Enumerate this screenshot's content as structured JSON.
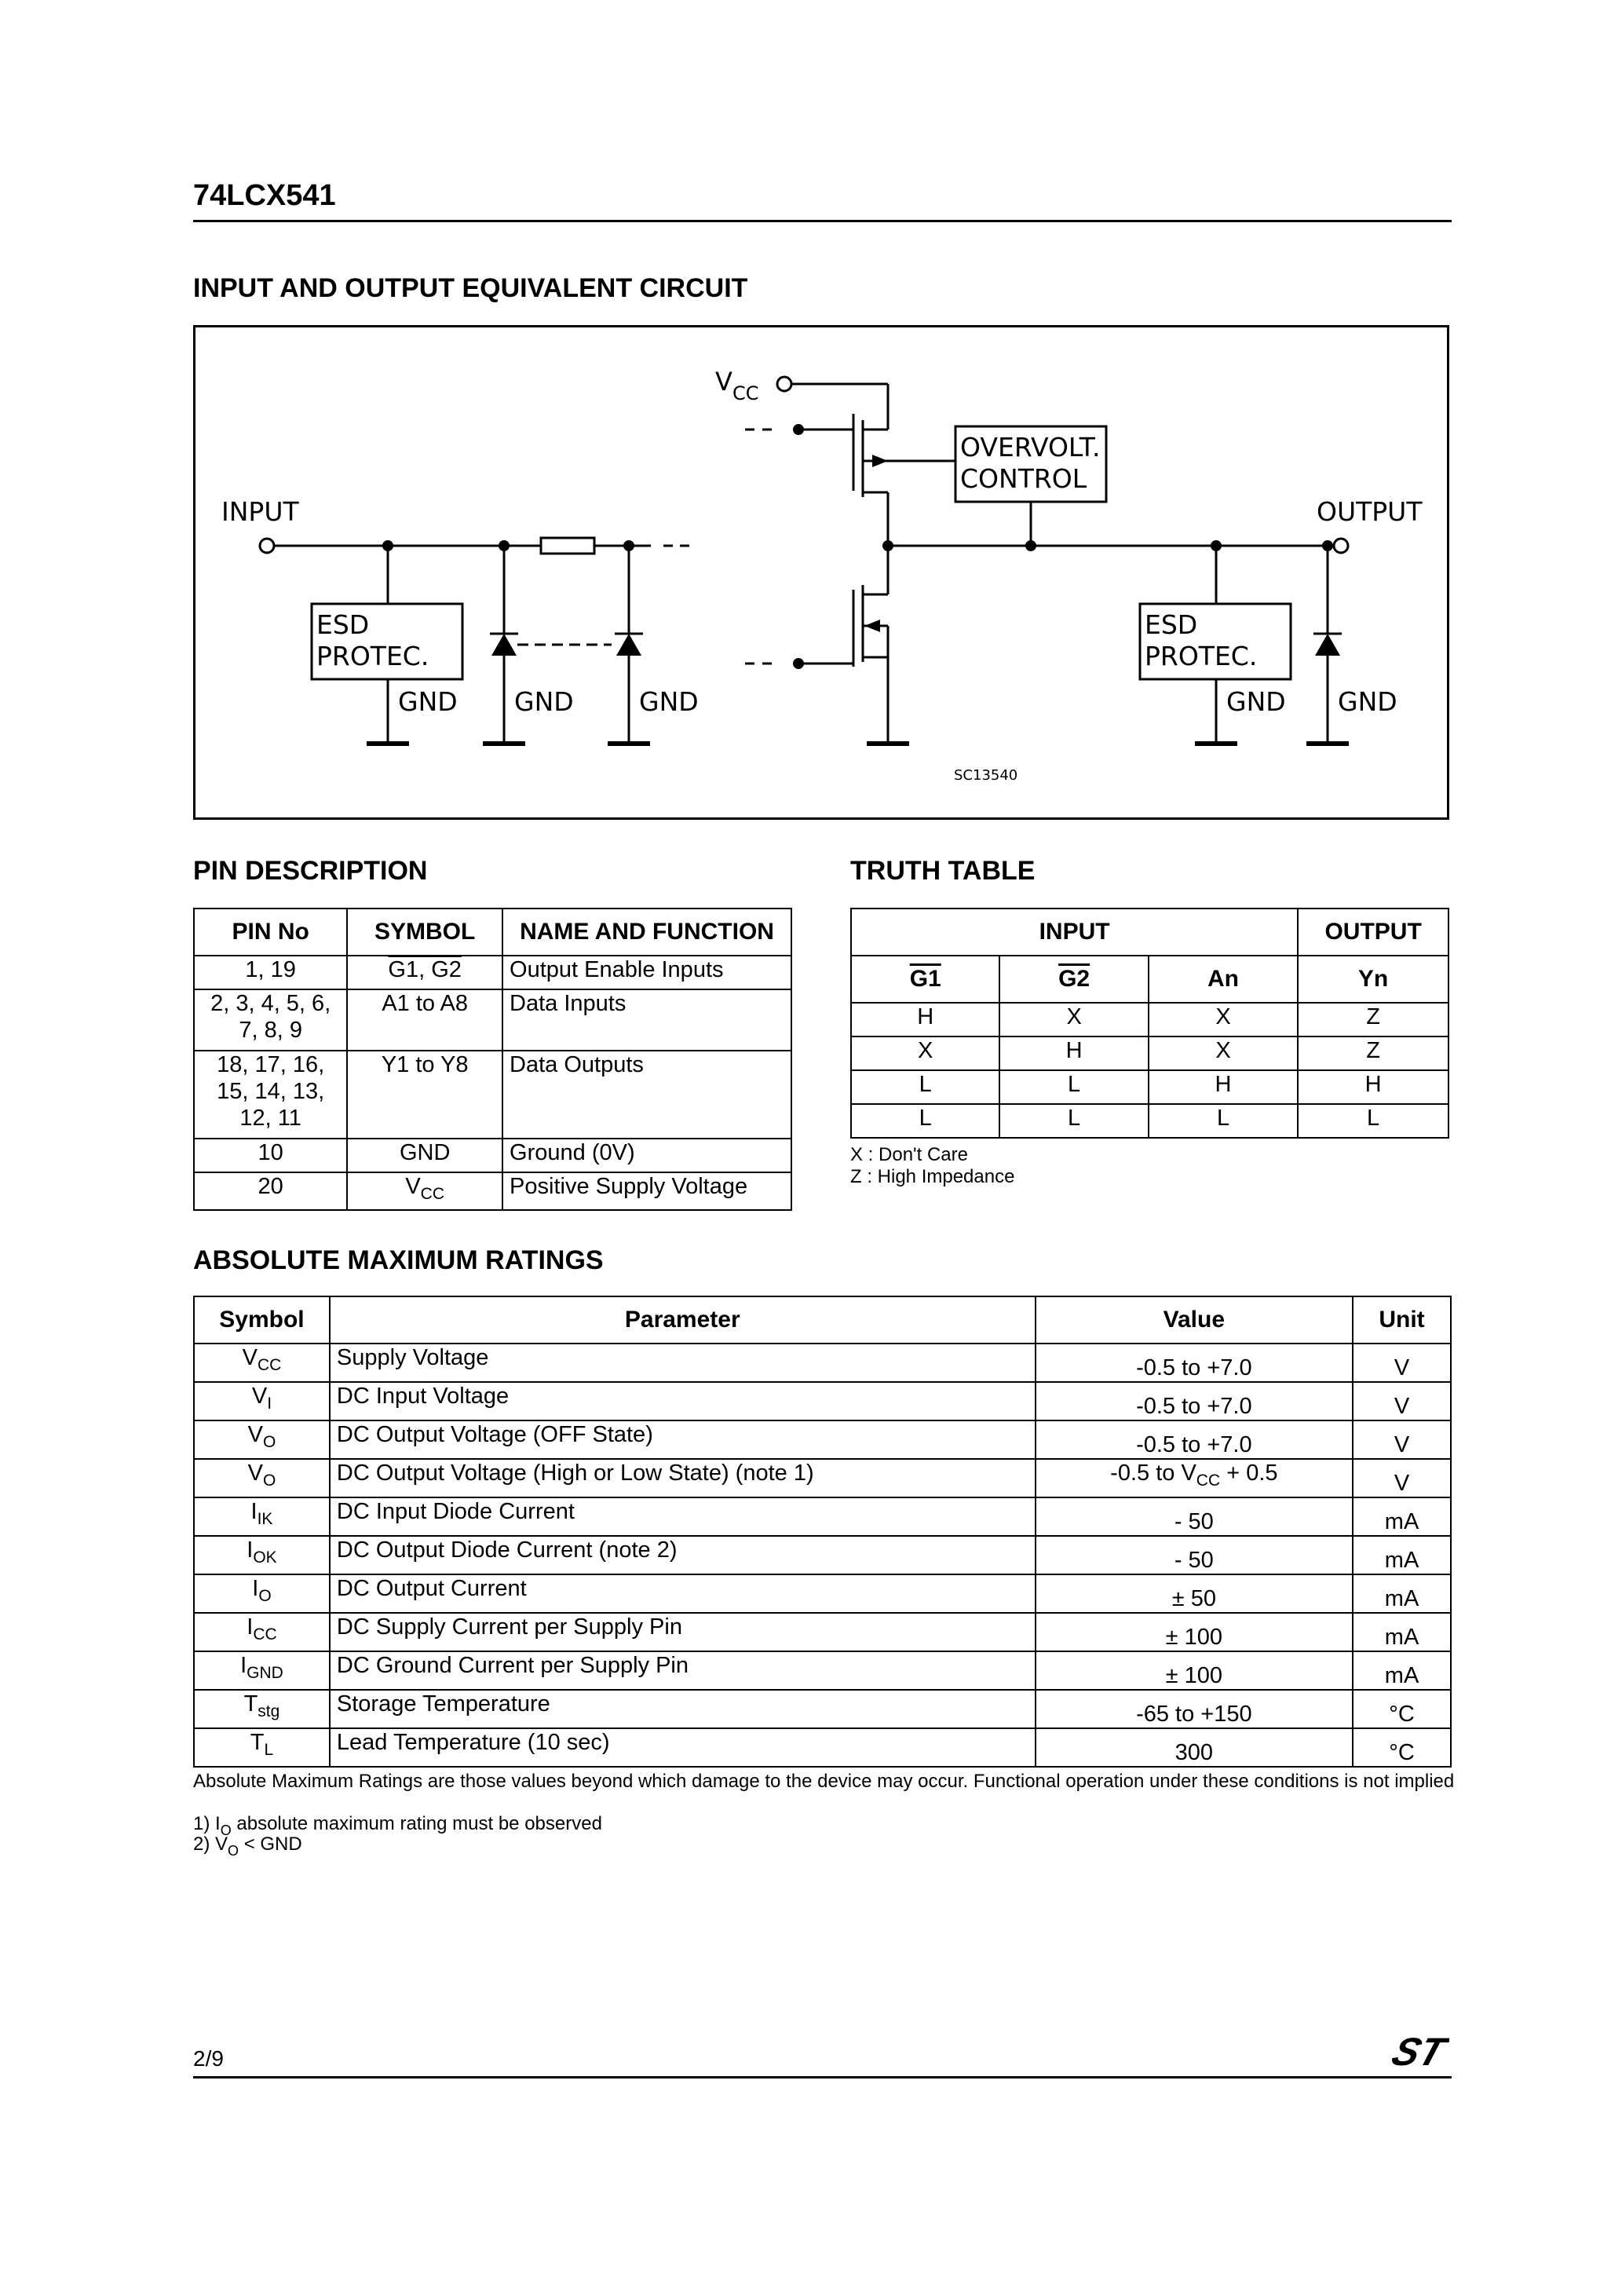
{
  "header": {
    "part_number": "74LCX541"
  },
  "circuit": {
    "title": "INPUT AND OUTPUT EQUIVALENT CIRCUIT",
    "labels": {
      "vcc": "V",
      "vcc_sub": "CC",
      "input": "INPUT",
      "output": "OUTPUT",
      "overvolt_line1": "OVERVOLT.",
      "overvolt_line2": "CONTROL",
      "esd_line1": "ESD",
      "esd_line2": "PROTEC.",
      "gnd": "GND",
      "code": "SC13540"
    }
  },
  "pin_description": {
    "title": "PIN DESCRIPTION",
    "headers": [
      "PIN No",
      "SYMBOL",
      "NAME AND FUNCTION"
    ],
    "rows": [
      {
        "pin": "1, 19",
        "symbol": "G1, G2",
        "function": "Output Enable Inputs"
      },
      {
        "pin": "2, 3, 4, 5, 6,\n7, 8, 9",
        "symbol": "A1 to A8",
        "function": "Data Inputs"
      },
      {
        "pin": "18, 17, 16,\n15, 14, 13,\n12, 11",
        "symbol": "Y1 to Y8",
        "function": "Data Outputs"
      },
      {
        "pin": "10",
        "symbol": "GND",
        "function": "Ground (0V)"
      },
      {
        "pin": "20",
        "symbol": "V",
        "symbol_sub": "CC",
        "function": "Positive Supply Voltage"
      }
    ]
  },
  "truth_table": {
    "title": "TRUTH TABLE",
    "group_headers": [
      "INPUT",
      "OUTPUT"
    ],
    "headers": [
      "G1",
      "G2",
      "An",
      "Yn"
    ],
    "rows": [
      [
        "H",
        "X",
        "X",
        "Z"
      ],
      [
        "X",
        "H",
        "X",
        "Z"
      ],
      [
        "L",
        "L",
        "H",
        "H"
      ],
      [
        "L",
        "L",
        "L",
        "L"
      ]
    ],
    "notes": [
      "X : Don't Care",
      "Z : High Impedance"
    ]
  },
  "ratings": {
    "title": "ABSOLUTE MAXIMUM RATINGS",
    "headers": [
      "Symbol",
      "Parameter",
      "Value",
      "Unit"
    ],
    "rows": [
      {
        "sym": "V",
        "sub": "CC",
        "param": "Supply Voltage",
        "value": "-0.5 to +7.0",
        "unit": "V"
      },
      {
        "sym": "V",
        "sub": "I",
        "param": "DC Input Voltage",
        "value": "-0.5 to +7.0",
        "unit": "V"
      },
      {
        "sym": "V",
        "sub": "O",
        "param": "DC Output Voltage (OFF State)",
        "value": "-0.5 to +7.0",
        "unit": "V"
      },
      {
        "sym": "V",
        "sub": "O",
        "param": "DC Output Voltage (High or Low State) (note 1)",
        "value_pre": "-0.5 to V",
        "value_sub": "CC",
        "value_post": " + 0.5",
        "unit": "V"
      },
      {
        "sym": "I",
        "sub": "IK",
        "param": "DC Input Diode Current",
        "value": "- 50",
        "unit": "mA"
      },
      {
        "sym": "I",
        "sub": "OK",
        "param": "DC Output Diode Current (note 2)",
        "value": "- 50",
        "unit": "mA"
      },
      {
        "sym": "I",
        "sub": "O",
        "param": "DC Output Current",
        "value": "± 50",
        "unit": "mA"
      },
      {
        "sym": "I",
        "sub": "CC",
        "param": "DC Supply Current per Supply Pin",
        "value": "± 100",
        "unit": "mA"
      },
      {
        "sym": "I",
        "sub": "GND",
        "param": "DC Ground Current per Supply Pin",
        "value": "± 100",
        "unit": "mA"
      },
      {
        "sym": "T",
        "sub": "stg",
        "param": "Storage Temperature",
        "value": "-65 to +150",
        "unit": "°C"
      },
      {
        "sym": "T",
        "sub": "L",
        "param": "Lead Temperature (10 sec)",
        "value": "300",
        "unit": "°C"
      }
    ],
    "footnote_main": "Absolute Maximum Ratings are those values beyond which damage to the device may occur. Functional operation under these conditions is not implied",
    "footnote_1_pre": "1) I",
    "footnote_1_sub": "O",
    "footnote_1_post": " absolute maximum rating must be observed",
    "footnote_2_pre": "2) V",
    "footnote_2_sub": "O",
    "footnote_2_post": " < GND"
  },
  "footer": {
    "page": "2/9",
    "logo": "ST"
  }
}
